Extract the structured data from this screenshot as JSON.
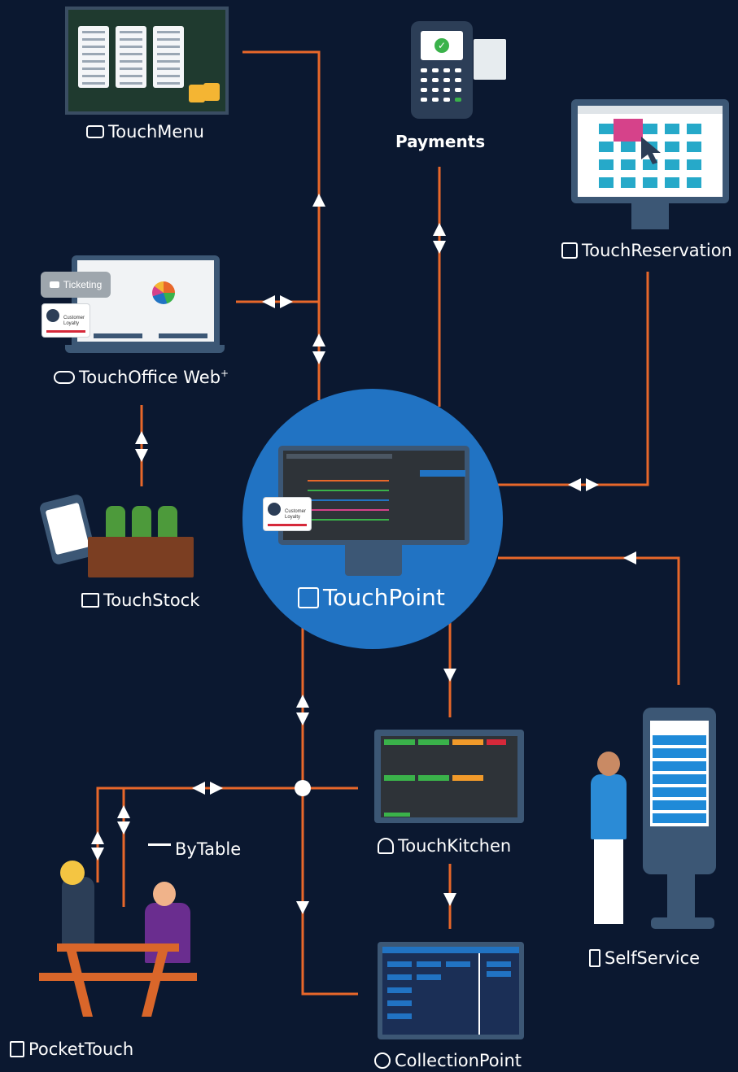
{
  "nodes": {
    "touchmenu": {
      "label": "TouchMenu",
      "icon": "menu-board-icon"
    },
    "payments": {
      "label": "Payments",
      "icon": "card-terminal-icon"
    },
    "touchreservation": {
      "label": "TouchReservation",
      "icon": "calendar-icon"
    },
    "touchofficeweb": {
      "label": "TouchOffice Web",
      "sup": "+",
      "icon": "cloud-calendar-icon"
    },
    "touchstock": {
      "label": "TouchStock",
      "icon": "stock-register-icon"
    },
    "touchpoint": {
      "label": "TouchPoint",
      "icon": "cash-register-icon"
    },
    "bytable": {
      "label": "ByTable",
      "icon": "table-icon"
    },
    "touchkitchen": {
      "label": "TouchKitchen",
      "icon": "chef-hat-icon"
    },
    "selfservice": {
      "label": "SelfService",
      "icon": "kiosk-icon"
    },
    "pocketouch": {
      "label": "PocketTouch",
      "icon": "calculator-icon"
    },
    "collectionpoint": {
      "label": "CollectionPoint",
      "icon": "clock-icon"
    }
  },
  "badges": {
    "ticketing": "Ticketing",
    "customer_loyalty_line1": "Customer",
    "customer_loyalty_line2": "Loyalty"
  },
  "colors": {
    "background": "#0b1830",
    "connector": "#e8672a",
    "hub": "#2173c3",
    "device": "#3c5775"
  }
}
